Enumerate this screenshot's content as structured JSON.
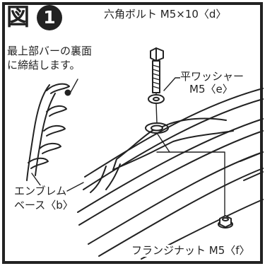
{
  "figure": {
    "title": "図",
    "number": "1"
  },
  "labels": {
    "hex_bolt": "六角ボルト M5×10〈d〉",
    "top_bar_note_line1": "最上部バーの裏面",
    "top_bar_note_line2": "に締結します。",
    "flat_washer_line1": "平ワッシャー",
    "flat_washer_line2": "M5〈e〉",
    "emblem_base_line1": "エンブレム",
    "emblem_base_line2": "ベース〈b〉",
    "flange_nut": "フランジナット M5〈f〉"
  },
  "colors": {
    "ink": "#222222",
    "paper": "#ffffff",
    "shading": "#bdbdbd"
  }
}
